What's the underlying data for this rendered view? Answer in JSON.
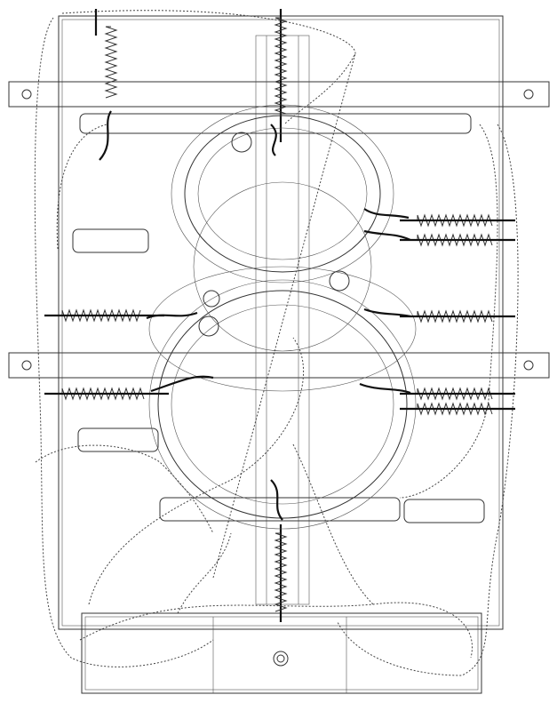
{
  "drawing": {
    "style": "wireframe",
    "colors": {
      "background": "#ffffff",
      "line": "#333333",
      "heavy_line": "#111111"
    },
    "spring_rows": [
      {
        "side": "left",
        "level": "upper-mid"
      },
      {
        "side": "left",
        "level": "lower-mid"
      },
      {
        "side": "right",
        "level": "upper"
      },
      {
        "side": "right",
        "level": "upper-2"
      },
      {
        "side": "right",
        "level": "mid"
      },
      {
        "side": "right",
        "level": "lower"
      },
      {
        "side": "right",
        "level": "lower-2"
      }
    ]
  }
}
